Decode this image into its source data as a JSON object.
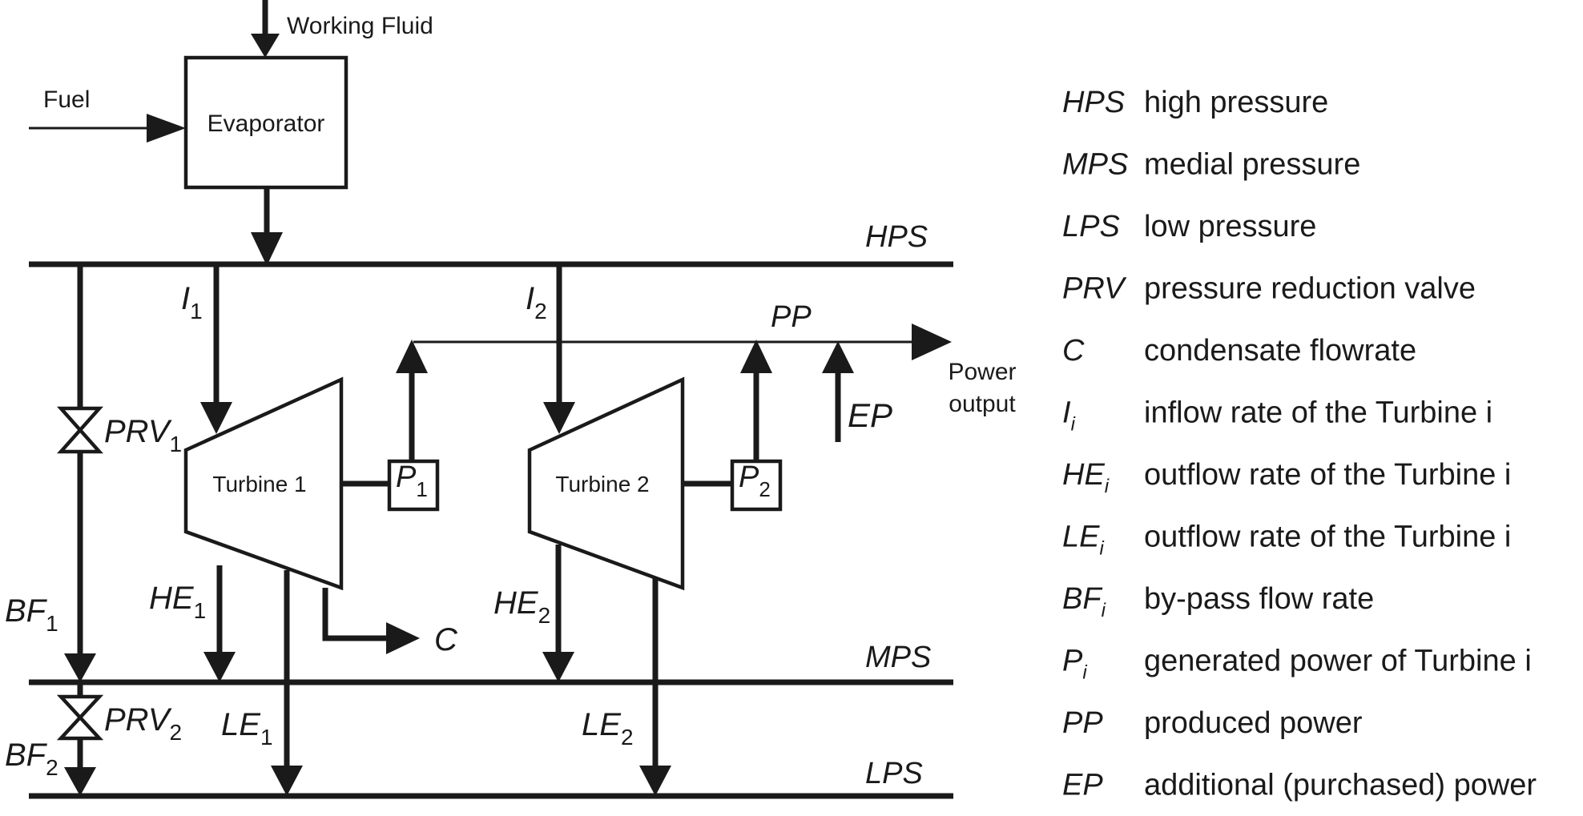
{
  "inputs": {
    "working_fluid": "Working Fluid",
    "fuel": "Fuel"
  },
  "units": {
    "evaporator": "Evaporator",
    "turbine1": "Turbine 1",
    "turbine2": "Turbine 2"
  },
  "headers": {
    "hps": "HPS",
    "mps": "MPS",
    "lps": "LPS"
  },
  "streams": {
    "i1": {
      "base": "I",
      "sub": "1"
    },
    "i2": {
      "base": "I",
      "sub": "2"
    },
    "he1": {
      "base": "HE",
      "sub": "1"
    },
    "he2": {
      "base": "HE",
      "sub": "2"
    },
    "le1": {
      "base": "LE",
      "sub": "1"
    },
    "le2": {
      "base": "LE",
      "sub": "2"
    },
    "bf1": {
      "base": "BF",
      "sub": "1"
    },
    "bf2": {
      "base": "BF",
      "sub": "2"
    },
    "prv1": {
      "base": "PRV",
      "sub": "1"
    },
    "prv2": {
      "base": "PRV",
      "sub": "2"
    },
    "p1": {
      "base": "P",
      "sub": "1"
    },
    "p2": {
      "base": "P",
      "sub": "2"
    },
    "pp": "PP",
    "ep": "EP",
    "c": "C",
    "power_output_line1": "Power",
    "power_output_line2": "output"
  },
  "legend": [
    {
      "symbol": "HPS",
      "sub": "",
      "desc": "high pressure"
    },
    {
      "symbol": "MPS",
      "sub": "",
      "desc": "medial pressure"
    },
    {
      "symbol": "LPS",
      "sub": "",
      "desc": "low pressure"
    },
    {
      "symbol": "PRV",
      "sub": "",
      "desc": "pressure reduction valve"
    },
    {
      "symbol": "C",
      "sub": "",
      "desc": "condensate flowrate"
    },
    {
      "symbol": "I",
      "sub": "i",
      "desc": "inflow rate of the Turbine i"
    },
    {
      "symbol": "HE",
      "sub": "i",
      "desc": "outflow rate of the Turbine i"
    },
    {
      "symbol": "LE",
      "sub": "i",
      "desc": "outflow rate of the Turbine i"
    },
    {
      "symbol": "BF",
      "sub": "i",
      "desc": "by-pass flow rate"
    },
    {
      "symbol": "P",
      "sub": "i",
      "desc": "generated power of Turbine i"
    },
    {
      "symbol": "PP",
      "sub": "",
      "desc": "produced power"
    },
    {
      "symbol": "EP",
      "sub": "",
      "desc": "additional (purchased) power"
    }
  ]
}
